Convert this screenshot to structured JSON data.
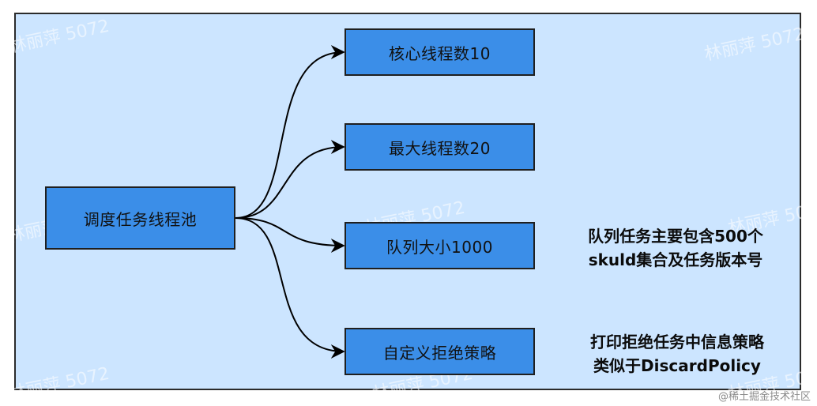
{
  "root": {
    "label": "调度任务线程池"
  },
  "children": [
    {
      "id": "core",
      "label": "核心线程数10"
    },
    {
      "id": "max",
      "label": "最大线程数20"
    },
    {
      "id": "queue",
      "label": "队列大小1000"
    },
    {
      "id": "reject",
      "label": "自定义拒绝策略"
    }
  ],
  "notes": {
    "queue": [
      "队列任务主要包含500个",
      "skuld集合及任务版本号"
    ],
    "reject": [
      "打印拒绝任务中信息策略",
      "类似于DiscardPolicy"
    ]
  },
  "watermark": "林丽萍 5072",
  "credit": "@稀土掘金技术社区",
  "colors": {
    "background": "#cce5ff",
    "node_fill": "#3b8ee8",
    "border": "#1f1f1f"
  }
}
